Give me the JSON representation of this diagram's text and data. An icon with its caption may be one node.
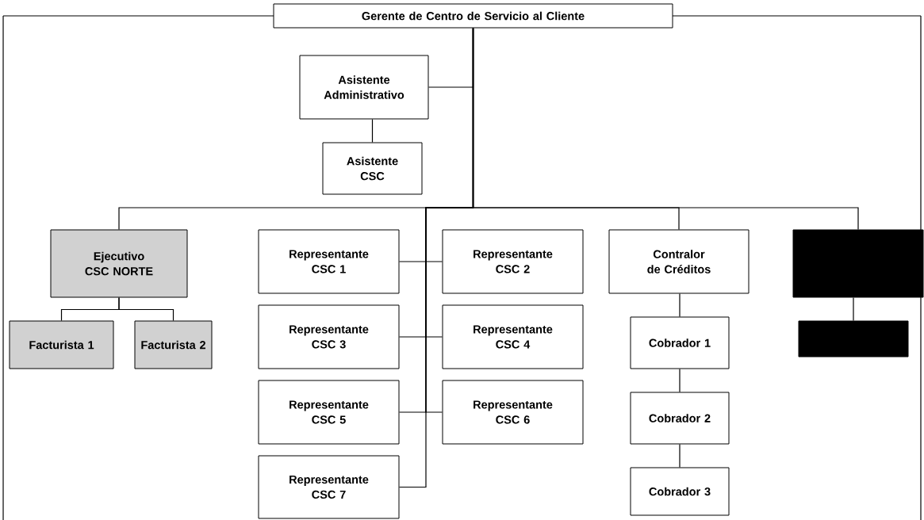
{
  "diagram": {
    "nodes": [
      {
        "text": [
          "Gerente de Centro de Servicio al Cliente"
        ]
      },
      {
        "text": [
          "Asistente Administrativo"
        ]
      },
      {
        "text": [
          "Asistente CSC"
        ]
      },
      {
        "text": [
          "Ejecutivo CSC NORTE"
        ]
      },
      {
        "text": [
          "Facturista 1"
        ]
      },
      {
        "text": [
          "Facturista 2"
        ]
      },
      {
        "text": [
          "Representante CSC 1"
        ]
      },
      {
        "text": [
          "Representante CSC 2"
        ]
      },
      {
        "text": [
          "Representante CSC 3"
        ]
      },
      {
        "text": [
          "Representante CSC 4"
        ]
      },
      {
        "text": [
          "Representante CSC 5"
        ]
      },
      {
        "text": [
          "Representante CSC 6"
        ]
      },
      {
        "text": [
          "Representante CSC 7"
        ]
      },
      {
        "text": [
          "Contralor de Créditos"
        ]
      },
      {
        "text": [
          "Cobrador 1"
        ]
      },
      {
        "text": [
          "Cobrador 2"
        ]
      },
      {
        "text": [
          "Cobrador 3"
        ]
      },
      {
        "text": [],
        "shape": "box"
      },
      {
        "text": [],
        "shape": "box"
      }
    ],
    "edges": [
      {
        "from": 0,
        "to": 1,
        "arrow": "none"
      },
      {
        "from": 1,
        "to": 2,
        "arrow": "none"
      },
      {
        "from": 0,
        "to": 3,
        "arrow": "none"
      },
      {
        "from": 3,
        "to": 4,
        "arrow": "none"
      },
      {
        "from": 3,
        "to": 5,
        "arrow": "none"
      },
      {
        "from": 0,
        "to": 6,
        "arrow": "none"
      },
      {
        "from": 0,
        "to": 7,
        "arrow": "none"
      },
      {
        "from": 0,
        "to": 8,
        "arrow": "none"
      },
      {
        "from": 0,
        "to": 9,
        "arrow": "none"
      },
      {
        "from": 0,
        "to": 10,
        "arrow": "none"
      },
      {
        "from": 0,
        "to": 11,
        "arrow": "none"
      },
      {
        "from": 0,
        "to": 12,
        "arrow": "none"
      },
      {
        "from": 0,
        "to": 13,
        "arrow": "none"
      },
      {
        "from": 13,
        "to": 14,
        "arrow": "none"
      },
      {
        "from": 14,
        "to": 15,
        "arrow": "none"
      },
      {
        "from": 15,
        "to": 16,
        "arrow": "none"
      },
      {
        "from": 0,
        "to": 17,
        "arrow": "none"
      },
      {
        "from": 17,
        "to": 18,
        "arrow": "none"
      }
    ]
  }
}
